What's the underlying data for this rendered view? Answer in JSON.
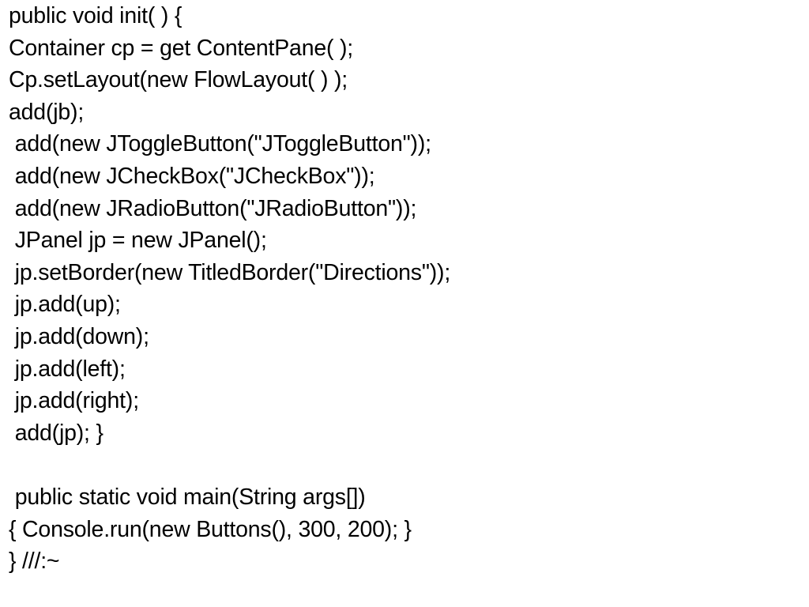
{
  "code": {
    "lines": [
      "public void init( ) {",
      "Container cp = get ContentPane( );",
      "Cp.setLayout(new FlowLayout( ) );",
      "add(jb);",
      " add(new JToggleButton(\"JToggleButton\"));",
      " add(new JCheckBox(\"JCheckBox\"));",
      " add(new JRadioButton(\"JRadioButton\"));",
      " JPanel jp = new JPanel();",
      " jp.setBorder(new TitledBorder(\"Directions\"));",
      " jp.add(up);",
      " jp.add(down);",
      " jp.add(left);",
      " jp.add(right);",
      " add(jp); }",
      "",
      " public static void main(String args[])",
      "{ Console.run(new Buttons(), 300, 200); }",
      "} ///:~"
    ]
  },
  "colors": {
    "background": "#ffffff",
    "text": "#000000"
  }
}
